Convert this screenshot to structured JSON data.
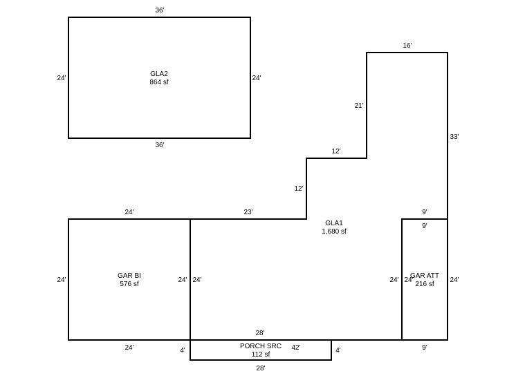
{
  "areas": {
    "gla2": {
      "name": "GLA2",
      "area": "864 sf"
    },
    "gla1": {
      "name": "GLA1",
      "area": "1,680 sf"
    },
    "gar_bi": {
      "name": "GAR BI",
      "area": "576 sf"
    },
    "gar_att": {
      "name": "GAR ATT",
      "area": "216 sf"
    },
    "porch": {
      "name": "PORCH SRC",
      "area": "112 sf"
    }
  },
  "dimensions": {
    "gla2_top": "36'",
    "gla2_left": "24'",
    "gla2_right": "24'",
    "gla2_bottom": "36'",
    "gla1_top_right": "16'",
    "gla1_step_vertical_upper": "21'",
    "gla1_right": "33'",
    "gla1_step_horizontal": "12'",
    "gla1_step_vertical_lower": "12'",
    "gar_bi_top": "24'",
    "gla1_top_left": "23'",
    "gar_att_top_outer": "9'",
    "gar_att_top_inner": "9'",
    "gar_bi_left": "24'",
    "gar_bi_right": "24'",
    "gla1_left": "24'",
    "gla1_right_inner": "24'",
    "gar_att_left": "24'",
    "gar_att_right": "24'",
    "gla1_bottom": "28'",
    "gar_bi_bottom": "24'",
    "porch_left": "4'",
    "porch_dim_42": "42'",
    "porch_right": "4'",
    "gar_att_bottom": "9'",
    "porch_bottom": "28'"
  }
}
